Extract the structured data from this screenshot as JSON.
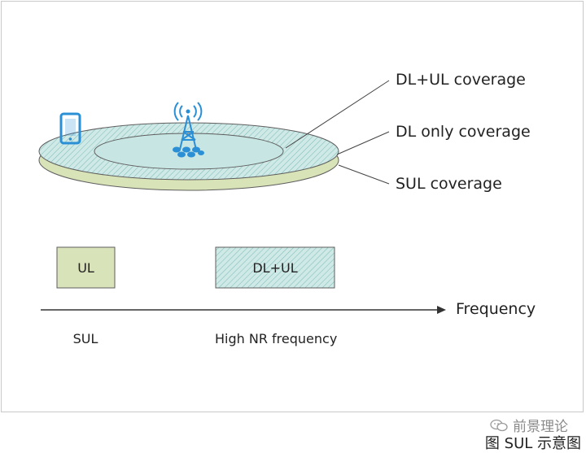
{
  "labels": {
    "dl_ul_coverage": "DL+UL coverage",
    "dl_only_coverage": "DL only coverage",
    "sul_coverage": "SUL coverage",
    "ul_box": "UL",
    "dl_ul_box": "DL+UL",
    "frequency_axis": "Frequency",
    "sul": "SUL",
    "high_nr_frequency": "High NR frequency"
  },
  "watermark": "前景理论",
  "caption": "图  SUL 示意图",
  "colors": {
    "ul_fill": "#d9e3b9",
    "sul_disc": "#d8e3b7",
    "dl_disc": "#cbe7e6",
    "inner_disc": "#c2e3e1",
    "hatch": "#6fb3b0",
    "outline": "#5e5e5e",
    "icon_blue": "#2b8fd6"
  },
  "icons": [
    "phone-icon",
    "cell-tower-icon",
    "wechat-icon"
  ]
}
